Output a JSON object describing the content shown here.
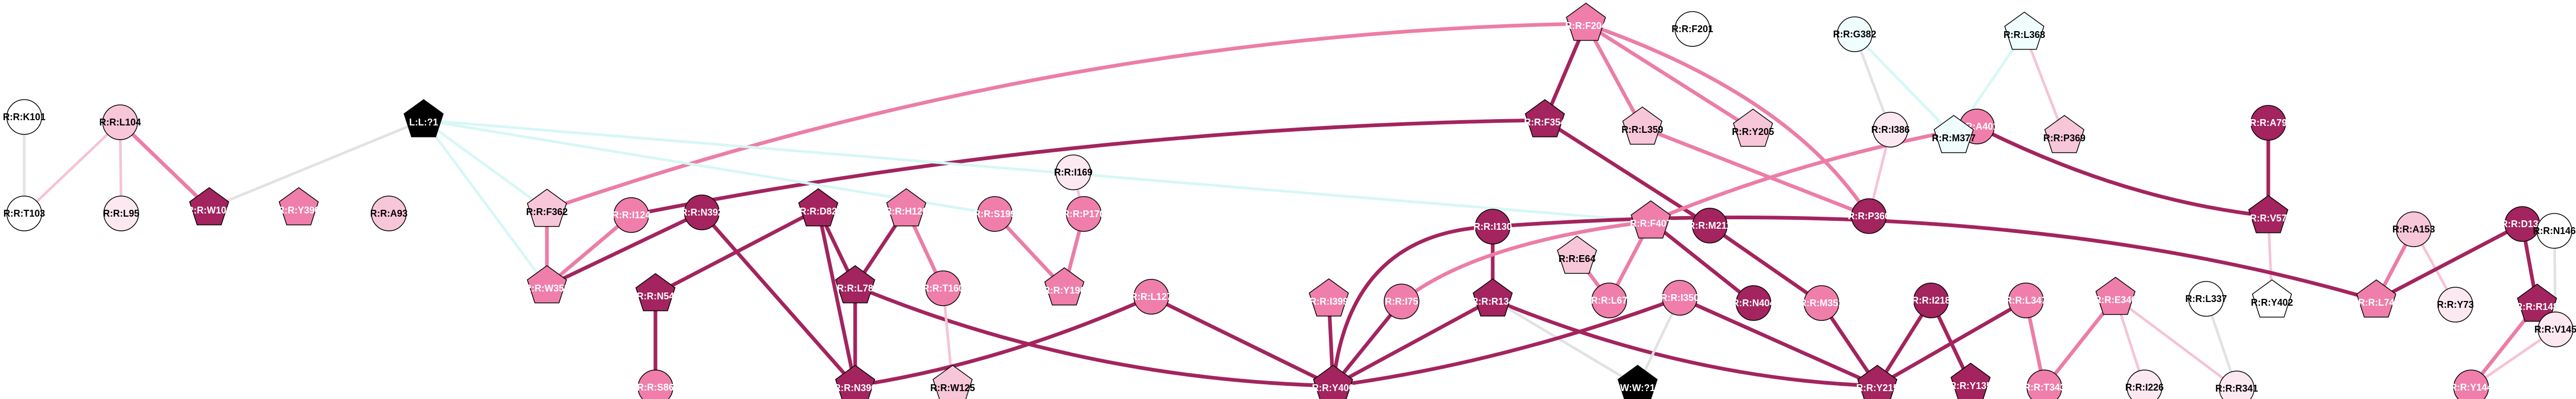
{
  "colors": {
    "dark": "#A3245E",
    "medium": "#F07EAA",
    "light": "#F8C6D9",
    "pale": "#FCE8F0",
    "white": "#FFFFFF",
    "cyan": "#EFFDFD",
    "black": "#000000",
    "edge_dark": "#A3245E",
    "edge_medium": "#EC7DA6",
    "edge_light": "#F5C4D6",
    "edge_gray": "#E2E2E2",
    "edge_cyan": "#D6F7F6"
  },
  "nodes": [
    {
      "id": "R:R:F204",
      "shape": "pentagon",
      "fill": "medium"
    },
    {
      "id": "R:R:F201",
      "shape": "circle",
      "fill": "white"
    },
    {
      "id": "R:R:G382",
      "shape": "circle",
      "fill": "cyan"
    },
    {
      "id": "R:R:L368",
      "shape": "pentagon",
      "fill": "cyan"
    },
    {
      "id": "R:R:K101",
      "shape": "circle",
      "fill": "white"
    },
    {
      "id": "R:R:L104",
      "shape": "circle",
      "fill": "light"
    },
    {
      "id": "L:L:?1",
      "shape": "pentagon",
      "fill": "black"
    },
    {
      "id": "R:R:F354",
      "shape": "pentagon",
      "fill": "dark"
    },
    {
      "id": "R:R:L359",
      "shape": "pentagon",
      "fill": "light"
    },
    {
      "id": "R:R:Y205",
      "shape": "pentagon",
      "fill": "light"
    },
    {
      "id": "R:R:I386",
      "shape": "circle",
      "fill": "pale"
    },
    {
      "id": "R:R:A401",
      "shape": "circle",
      "fill": "medium"
    },
    {
      "id": "R:R:M377",
      "shape": "pentagon",
      "fill": "cyan"
    },
    {
      "id": "R:R:P369",
      "shape": "pentagon",
      "fill": "light"
    },
    {
      "id": "R:R:A79",
      "shape": "circle",
      "fill": "dark"
    },
    {
      "id": "R:R:I169",
      "shape": "circle",
      "fill": "pale"
    },
    {
      "id": "R:R:T103",
      "shape": "circle",
      "fill": "white"
    },
    {
      "id": "R:R:L95",
      "shape": "circle",
      "fill": "pale"
    },
    {
      "id": "R:R:W102",
      "shape": "pentagon",
      "fill": "dark"
    },
    {
      "id": "R:R:Y390",
      "shape": "pentagon",
      "fill": "medium"
    },
    {
      "id": "R:R:A93",
      "shape": "circle",
      "fill": "light"
    },
    {
      "id": "R:R:F362",
      "shape": "pentagon",
      "fill": "light"
    },
    {
      "id": "R:R:I124",
      "shape": "circle",
      "fill": "medium"
    },
    {
      "id": "R:R:N392",
      "shape": "circle",
      "fill": "dark"
    },
    {
      "id": "R:R:D82",
      "shape": "pentagon",
      "fill": "dark"
    },
    {
      "id": "R:R:H126",
      "shape": "pentagon",
      "fill": "medium"
    },
    {
      "id": "R:R:S199",
      "shape": "circle",
      "fill": "medium"
    },
    {
      "id": "R:R:P170",
      "shape": "circle",
      "fill": "medium"
    },
    {
      "id": "R:R:P360",
      "shape": "circle",
      "fill": "dark"
    },
    {
      "id": "R:R:V57",
      "shape": "pentagon",
      "fill": "dark"
    },
    {
      "id": "R:R:A153",
      "shape": "circle",
      "fill": "light"
    },
    {
      "id": "R:R:D133",
      "shape": "circle",
      "fill": "dark"
    },
    {
      "id": "R:R:N146",
      "shape": "circle",
      "fill": "white"
    },
    {
      "id": "R:R:I130",
      "shape": "circle",
      "fill": "dark"
    },
    {
      "id": "R:R:E64",
      "shape": "pentagon",
      "fill": "light"
    },
    {
      "id": "R:R:F407",
      "shape": "pentagon",
      "fill": "medium"
    },
    {
      "id": "R:R:M211",
      "shape": "circle",
      "fill": "dark"
    },
    {
      "id": "R:R:W358",
      "shape": "pentagon",
      "fill": "medium"
    },
    {
      "id": "R:R:N54",
      "shape": "pentagon",
      "fill": "dark"
    },
    {
      "id": "R:R:L78",
      "shape": "pentagon",
      "fill": "dark"
    },
    {
      "id": "R:R:T160",
      "shape": "circle",
      "fill": "medium"
    },
    {
      "id": "R:R:Y196",
      "shape": "pentagon",
      "fill": "medium"
    },
    {
      "id": "R:R:L127",
      "shape": "circle",
      "fill": "medium"
    },
    {
      "id": "R:R:I399",
      "shape": "pentagon",
      "fill": "medium"
    },
    {
      "id": "R:R:I75",
      "shape": "circle",
      "fill": "medium"
    },
    {
      "id": "R:R:R134",
      "shape": "pentagon",
      "fill": "dark"
    },
    {
      "id": "R:R:L67",
      "shape": "circle",
      "fill": "medium"
    },
    {
      "id": "R:R:I350",
      "shape": "circle",
      "fill": "medium"
    },
    {
      "id": "R:R:N404",
      "shape": "circle",
      "fill": "dark"
    },
    {
      "id": "R:R:M351",
      "shape": "circle",
      "fill": "medium"
    },
    {
      "id": "R:R:I218",
      "shape": "circle",
      "fill": "dark"
    },
    {
      "id": "R:R:L347",
      "shape": "circle",
      "fill": "medium"
    },
    {
      "id": "R:R:E340",
      "shape": "pentagon",
      "fill": "medium"
    },
    {
      "id": "R:R:L337",
      "shape": "circle",
      "fill": "white"
    },
    {
      "id": "R:R:Y402",
      "shape": "pentagon",
      "fill": "white"
    },
    {
      "id": "R:R:L74",
      "shape": "pentagon",
      "fill": "medium"
    },
    {
      "id": "R:R:Y73",
      "shape": "circle",
      "fill": "pale"
    },
    {
      "id": "R:R:R148",
      "shape": "pentagon",
      "fill": "dark"
    },
    {
      "id": "R:R:V145",
      "shape": "circle",
      "fill": "pale"
    },
    {
      "id": "R:R:S86",
      "shape": "circle",
      "fill": "medium"
    },
    {
      "id": "R:R:N396",
      "shape": "pentagon",
      "fill": "dark"
    },
    {
      "id": "R:R:W125",
      "shape": "pentagon",
      "fill": "light"
    },
    {
      "id": "R:R:Y400",
      "shape": "pentagon",
      "fill": "dark"
    },
    {
      "id": "W:W:?1",
      "shape": "pentagon",
      "fill": "black"
    },
    {
      "id": "R:R:Y215",
      "shape": "pentagon",
      "fill": "dark"
    },
    {
      "id": "R:R:Y135",
      "shape": "pentagon",
      "fill": "dark"
    },
    {
      "id": "R:R:T343",
      "shape": "circle",
      "fill": "medium"
    },
    {
      "id": "R:R:I226",
      "shape": "circle",
      "fill": "pale"
    },
    {
      "id": "R:R:R341",
      "shape": "circle",
      "fill": "pale"
    },
    {
      "id": "R:R:Y144",
      "shape": "circle",
      "fill": "medium"
    }
  ],
  "edges": [
    {
      "from": "R:R:F204",
      "to": "R:R:F362",
      "color": "edge_medium"
    },
    {
      "from": "R:R:F204",
      "to": "R:R:F354",
      "color": "edge_dark"
    },
    {
      "from": "R:R:F204",
      "to": "R:R:L359",
      "color": "edge_medium"
    },
    {
      "from": "R:R:F204",
      "to": "R:R:Y205",
      "color": "edge_medium"
    },
    {
      "from": "R:R:F204",
      "to": "R:R:P360",
      "color": "edge_medium"
    },
    {
      "from": "R:R:F354",
      "to": "R:R:I124",
      "color": "edge_dark"
    },
    {
      "from": "R:R:F354",
      "to": "R:R:M211",
      "color": "edge_dark"
    },
    {
      "from": "R:R:L359",
      "to": "R:R:P360",
      "color": "edge_medium"
    },
    {
      "from": "R:R:G382",
      "to": "R:R:I386",
      "color": "edge_gray"
    },
    {
      "from": "R:R:G382",
      "to": "R:R:M377",
      "color": "edge_cyan"
    },
    {
      "from": "R:R:L368",
      "to": "R:R:M377",
      "color": "edge_cyan"
    },
    {
      "from": "R:R:L368",
      "to": "R:R:P369",
      "color": "edge_light"
    },
    {
      "from": "R:R:I386",
      "to": "R:R:P360",
      "color": "edge_light"
    },
    {
      "from": "R:R:A401",
      "to": "R:R:F407",
      "color": "edge_medium"
    },
    {
      "from": "R:R:A401",
      "to": "R:R:V57",
      "color": "edge_dark"
    },
    {
      "from": "R:R:A79",
      "to": "R:R:V57",
      "color": "edge_dark"
    },
    {
      "from": "R:R:V57",
      "to": "R:R:Y402",
      "color": "edge_light"
    },
    {
      "from": "R:R:K101",
      "to": "R:R:T103",
      "color": "edge_gray"
    },
    {
      "from": "R:R:L104",
      "to": "R:R:T103",
      "color": "edge_light"
    },
    {
      "from": "R:R:L104",
      "to": "R:R:L95",
      "color": "edge_light"
    },
    {
      "from": "R:R:L104",
      "to": "R:R:W102",
      "color": "edge_medium"
    },
    {
      "from": "L:L:?1",
      "to": "R:R:W102",
      "color": "edge_gray"
    },
    {
      "from": "L:L:?1",
      "to": "R:R:W358",
      "color": "edge_cyan"
    },
    {
      "from": "L:L:?1",
      "to": "R:R:F362",
      "color": "edge_cyan"
    },
    {
      "from": "L:L:?1",
      "to": "R:R:S199",
      "color": "edge_cyan"
    },
    {
      "from": "L:L:?1",
      "to": "R:R:F407",
      "color": "edge_cyan"
    },
    {
      "from": "R:R:F362",
      "to": "R:R:W358",
      "color": "edge_medium"
    },
    {
      "from": "R:R:I124",
      "to": "R:R:W358",
      "color": "edge_medium"
    },
    {
      "from": "R:R:N392",
      "to": "R:R:W358",
      "color": "edge_dark"
    },
    {
      "from": "R:R:N392",
      "to": "R:R:N396",
      "color": "edge_dark"
    },
    {
      "from": "R:R:D82",
      "to": "R:R:N54",
      "color": "edge_dark"
    },
    {
      "from": "R:R:D82",
      "to": "R:R:L78",
      "color": "edge_dark"
    },
    {
      "from": "R:R:D82",
      "to": "R:R:N396",
      "color": "edge_dark"
    },
    {
      "from": "R:R:H126",
      "to": "R:R:L78",
      "color": "edge_dark"
    },
    {
      "from": "R:R:H126",
      "to": "R:R:T160",
      "color": "edge_medium"
    },
    {
      "from": "R:R:N54",
      "to": "R:R:S86",
      "color": "edge_dark"
    },
    {
      "from": "R:R:L78",
      "to": "R:R:N396",
      "color": "edge_dark"
    },
    {
      "from": "R:R:L78",
      "to": "R:R:Y400",
      "color": "edge_dark"
    },
    {
      "from": "R:R:T160",
      "to": "R:R:W125",
      "color": "edge_light"
    },
    {
      "from": "R:R:S199",
      "to": "R:R:Y196",
      "color": "edge_medium"
    },
    {
      "from": "R:R:I169",
      "to": "R:R:P170",
      "color": "edge_light"
    },
    {
      "from": "R:R:P170",
      "to": "R:R:Y196",
      "color": "edge_medium"
    },
    {
      "from": "R:R:L127",
      "to": "R:R:N396",
      "color": "edge_dark"
    },
    {
      "from": "R:R:L127",
      "to": "R:R:Y400",
      "color": "edge_dark"
    },
    {
      "from": "R:R:I130",
      "to": "R:R:Y400",
      "color": "edge_dark"
    },
    {
      "from": "R:R:I130",
      "to": "R:R:R134",
      "color": "edge_dark"
    },
    {
      "from": "R:R:I130",
      "to": "R:R:L74",
      "color": "edge_dark"
    },
    {
      "from": "R:R:I399",
      "to": "R:R:Y400",
      "color": "edge_dark"
    },
    {
      "from": "R:R:I75",
      "to": "R:R:Y400",
      "color": "edge_dark"
    },
    {
      "from": "R:R:I75",
      "to": "R:R:F407",
      "color": "edge_medium"
    },
    {
      "from": "R:R:R134",
      "to": "R:R:Y400",
      "color": "edge_dark"
    },
    {
      "from": "R:R:R134",
      "to": "R:R:Y215",
      "color": "edge_dark"
    },
    {
      "from": "R:R:R134",
      "to": "W:W:?1",
      "color": "edge_gray"
    },
    {
      "from": "R:R:E64",
      "to": "R:R:L67",
      "color": "edge_medium"
    },
    {
      "from": "R:R:F407",
      "to": "R:R:L67",
      "color": "edge_medium"
    },
    {
      "from": "R:R:F407",
      "to": "R:R:N404",
      "color": "edge_dark"
    },
    {
      "from": "R:R:M211",
      "to": "R:R:M351",
      "color": "edge_dark"
    },
    {
      "from": "R:R:I350",
      "to": "R:R:Y400",
      "color": "edge_dark"
    },
    {
      "from": "R:R:I350",
      "to": "R:R:Y215",
      "color": "edge_dark"
    },
    {
      "from": "R:R:I350",
      "to": "W:W:?1",
      "color": "edge_gray"
    },
    {
      "from": "R:R:M351",
      "to": "R:R:Y215",
      "color": "edge_dark"
    },
    {
      "from": "R:R:I218",
      "to": "R:R:Y215",
      "color": "edge_dark"
    },
    {
      "from": "R:R:I218",
      "to": "R:R:Y135",
      "color": "edge_dark"
    },
    {
      "from": "R:R:L347",
      "to": "R:R:Y215",
      "color": "edge_dark"
    },
    {
      "from": "R:R:L347",
      "to": "R:R:T343",
      "color": "edge_medium"
    },
    {
      "from": "R:R:E340",
      "to": "R:R:T343",
      "color": "edge_medium"
    },
    {
      "from": "R:R:E340",
      "to": "R:R:I226",
      "color": "edge_light"
    },
    {
      "from": "R:R:E340",
      "to": "R:R:R341",
      "color": "edge_light"
    },
    {
      "from": "R:R:L337",
      "to": "R:R:R341",
      "color": "edge_gray"
    },
    {
      "from": "R:R:A153",
      "to": "R:R:L74",
      "color": "edge_medium"
    },
    {
      "from": "R:R:A153",
      "to": "R:R:Y73",
      "color": "edge_light"
    },
    {
      "from": "R:R:D133",
      "to": "R:R:L74",
      "color": "edge_dark"
    },
    {
      "from": "R:R:D133",
      "to": "R:R:R148",
      "color": "edge_dark"
    },
    {
      "from": "R:R:R148",
      "to": "R:R:Y144",
      "color": "edge_medium"
    },
    {
      "from": "R:R:N146",
      "to": "R:R:V145",
      "color": "edge_gray"
    },
    {
      "from": "R:R:V145",
      "to": "R:R:Y144",
      "color": "edge_light"
    }
  ]
}
